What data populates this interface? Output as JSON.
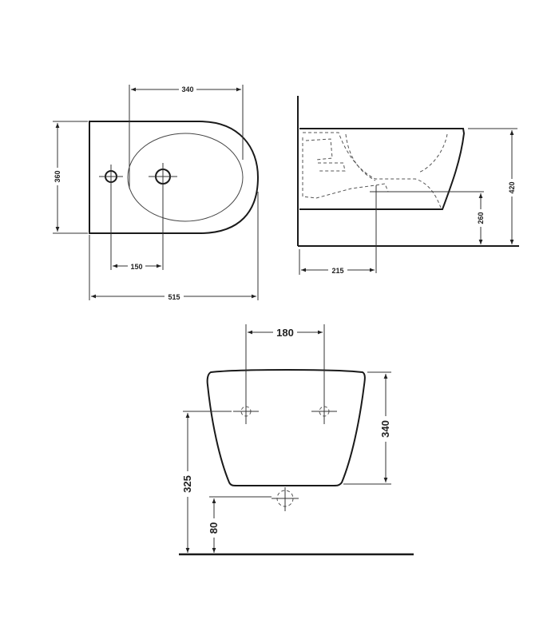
{
  "top_view": {
    "dims": {
      "width_top": "340",
      "depth_left": "360",
      "hole_spacing": "150",
      "overall_length": "515"
    }
  },
  "side_view": {
    "dims": {
      "height_right": "420",
      "outlet_height": "260",
      "outlet_offset": "215"
    }
  },
  "front_view": {
    "dims": {
      "fix_spacing": "180",
      "body_height": "340",
      "fix_height": "325",
      "supply_height": "80"
    }
  },
  "colors": {
    "line": "#1a1a1a",
    "background": "#ffffff"
  }
}
